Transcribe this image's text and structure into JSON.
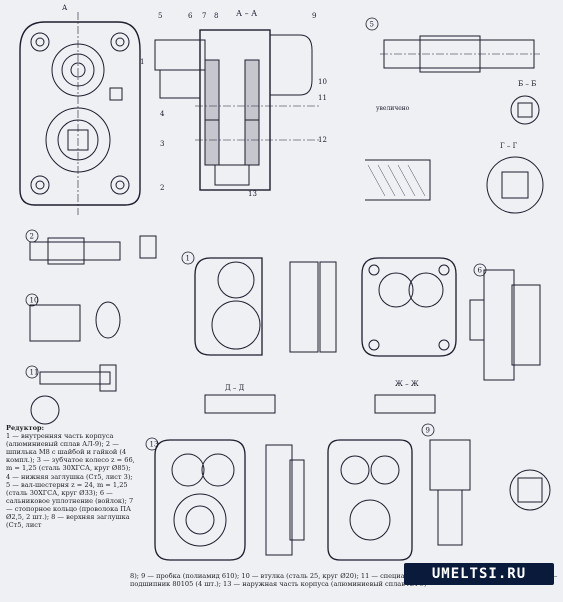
{
  "section_labels": {
    "aa": "А – А",
    "bb": "Б – Б",
    "gg": "Г – Г",
    "dd": "Д – Д",
    "zhzh": "Ж – Ж",
    "a_marker": "А",
    "zoom": "увеличено"
  },
  "part_numbers": [
    "5",
    "6",
    "7",
    "8",
    "9",
    "10",
    "11",
    "12",
    "13",
    "4",
    "3",
    "2",
    "1"
  ],
  "detail_circles": [
    "5",
    "2",
    "10",
    "11",
    "1",
    "6",
    "13",
    "9"
  ],
  "legend": {
    "heading": "Редуктор:",
    "text": "1 — внутренняя часть корпуса (алюминиевый сплав АЛ-9); 2 — шпилька М8 с шайбой и гайкой (4 компл.); 3 — зубчатое колесо z = 66, m = 1,25 (сталь 30ХГСА, круг Ø85); 4 — нижняя заглушка (Ст5, лист 3); 5 — вал-шестерня z = 24, m = 1,25 (сталь 30ХГСА, круг Ø33); 6 — сальниковое уплотнение (войлок); 7 — стопорное кольцо (проволока ПА Ø2,5, 2 шт.); 8 — верхняя заглушка (Ст5, лист",
    "text2": "8); 9 — пробка (полиамид 610); 10 — втулка (сталь 25, круг Ø20); 11 — специальный болт (сталь 30ХГСА, круг Ø20); 12 — подшипник 80105 (4 шт.); 13 — наружная часть корпуса (алюминиевый сплав АЛ-9)"
  },
  "watermark": "UMELTSI.RU"
}
